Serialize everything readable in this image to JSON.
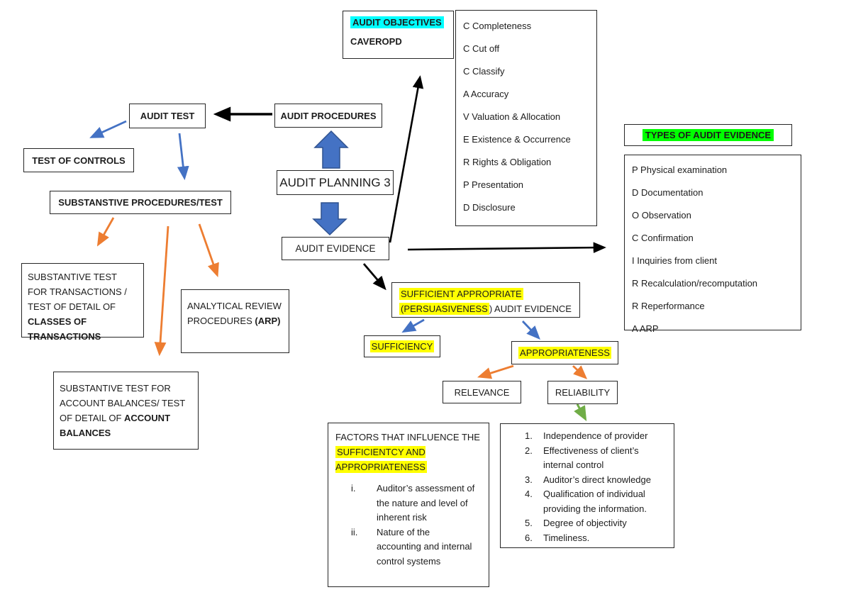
{
  "colors": {
    "cyan_highlight": "#00FFFF",
    "green_highlight": "#00FF00",
    "yellow_highlight": "#FFFF00",
    "blue_arrow": "#4472C4",
    "orange_arrow": "#ED7D31",
    "green_arrow": "#70AD47",
    "black_arrow": "#000000"
  },
  "audit_objectives": {
    "title": "AUDIT OBJECTIVES",
    "mnemonic": "CAVEROPD"
  },
  "assertions": {
    "items": [
      "C Completeness",
      "C Cut off",
      "C Classify",
      "A Accuracy",
      "V Valuation & Allocation",
      "E Existence & Occurrence",
      "R Rights & Obligation",
      "P Presentation",
      "D Disclosure"
    ]
  },
  "types_of_evidence": {
    "header": "TYPES OF AUDIT EVIDENCE",
    "items": [
      "P Physical examination",
      "D Documentation",
      "O Observation",
      "C Confirmation",
      "I Inquiries from client",
      "R Recalculation/recomputation",
      "R Reperformance",
      "A ARP"
    ]
  },
  "audit_test": "AUDIT TEST",
  "test_of_controls": "TEST OF CONTROLS",
  "substantive_procedures": "SUBSTANSTIVE PROCEDURES/TEST",
  "audit_procedures": "AUDIT PROCEDURES",
  "audit_planning": "AUDIT PLANNING 3",
  "audit_evidence": "AUDIT EVIDENCE",
  "substantive_transactions": {
    "normal": "SUBSTANTIVE TEST FOR TRANSACTIONS / TEST OF DETAIL OF ",
    "bold": "CLASSES OF TRANSACTIONS"
  },
  "analytical_review": {
    "normal": "ANALYTICAL REVIEW PROCEDURES ",
    "bold": "(ARP)"
  },
  "substantive_balances": {
    "normal": "SUBSTANTIVE TEST FOR ACCOUNT BALANCES/ TEST OF DETAIL OF ",
    "bold": "ACCOUNT BALANCES"
  },
  "sufficient_appropriate": {
    "line1": "SUFFICIENT APPROPRIATE",
    "line2_highlight": "(PERSUASIVENESS",
    "line2_rest": ") AUDIT EVIDENCE"
  },
  "sufficiency": "SUFFICIENCY",
  "appropriateness": "APPROPRIATENESS",
  "relevance": "RELEVANCE",
  "reliability": "RELIABILITY",
  "factors": {
    "intro": "FACTORS THAT INFLUENCE THE ",
    "highlighted": "SUFFICIENTCY AND APPROPRIATENESS",
    "items": [
      {
        "num": "i.",
        "text": "Auditor’s assessment of the nature and level of inherent risk"
      },
      {
        "num": "ii.",
        "text": "Nature of the accounting and internal control systems"
      }
    ]
  },
  "reliability_factors": {
    "items": [
      {
        "num": "1.",
        "text": "Independence of provider"
      },
      {
        "num": "2.",
        "text": "Effectiveness of client’s internal control"
      },
      {
        "num": "3.",
        "text": "Auditor’s direct knowledge"
      },
      {
        "num": "4.",
        "text": "Qualification of individual providing the information."
      },
      {
        "num": "5.",
        "text": "Degree of objectivity"
      },
      {
        "num": "6.",
        "text": "Timeliness."
      }
    ]
  }
}
